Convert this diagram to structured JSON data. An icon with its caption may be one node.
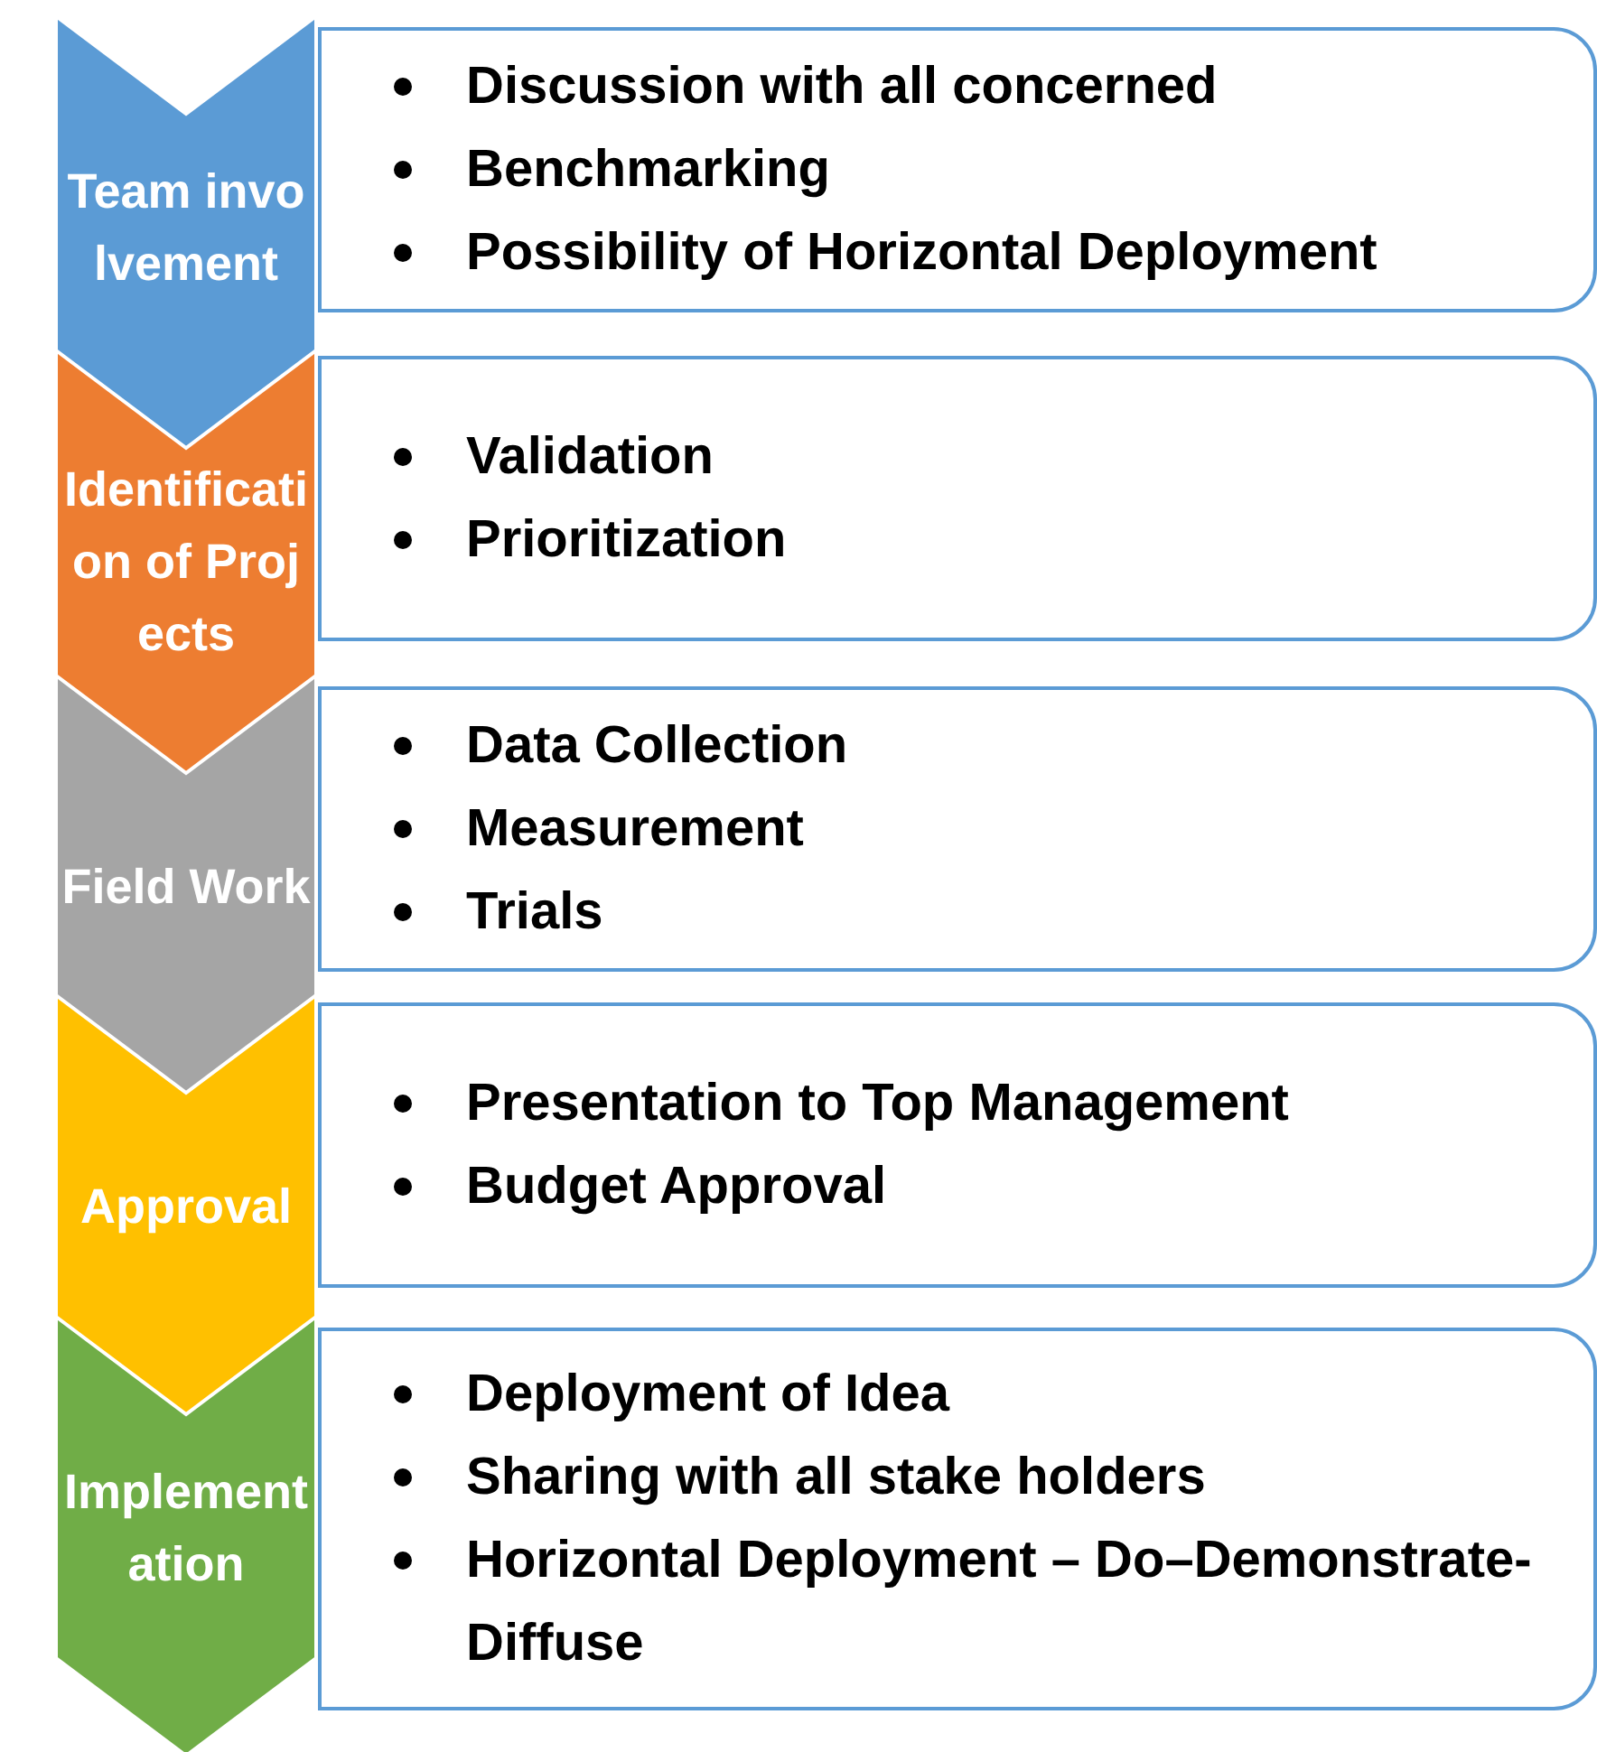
{
  "diagram": {
    "nodes": [
      {
        "text": [
          "Team involvement"
        ]
      },
      {
        "text": [
          "Discussion with all concerned",
          "Benchmarking",
          "Possibility of Horizontal Deployment"
        ]
      },
      {
        "text": [
          "Identification of Projects"
        ]
      },
      {
        "text": [
          "Validation",
          "Prioritization"
        ]
      },
      {
        "text": [
          "Field Work"
        ]
      },
      {
        "text": [
          "Data Collection",
          "Measurement",
          "Trials"
        ]
      },
      {
        "text": [
          "Approval"
        ]
      },
      {
        "text": [
          "Presentation to Top Management",
          "Budget Approval"
        ]
      },
      {
        "text": [
          "Implementation"
        ]
      },
      {
        "text": [
          "Deployment of Idea",
          "Sharing with all stake holders",
          "Horizontal Deployment – Do–Demonstrate-Diffuse"
        ]
      }
    ]
  }
}
